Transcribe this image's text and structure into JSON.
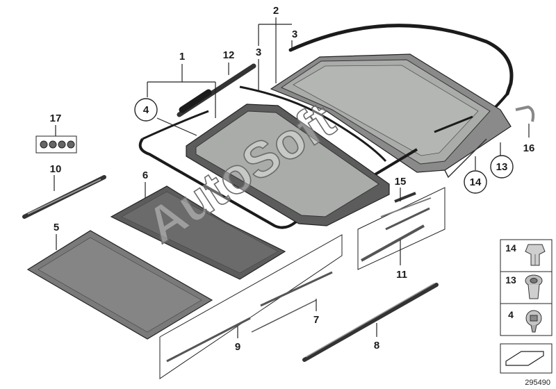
{
  "watermark": "AutoSoft",
  "reference_number": "295490",
  "callouts": {
    "c1": "1",
    "c2": "2",
    "c3a": "3",
    "c3b": "3",
    "c4": "4",
    "c5": "5",
    "c6": "6",
    "c7": "7",
    "c8": "8",
    "c9": "9",
    "c10": "10",
    "c11": "11",
    "c12": "12",
    "c13": "13",
    "c14": "14",
    "c15": "15",
    "c16": "16",
    "c17": "17"
  },
  "legend": {
    "item14": "14",
    "item13": "13",
    "item4": "4"
  },
  "colors": {
    "glass": "#a9aca9",
    "panel_dark": "#5c5c5c",
    "panel_mid": "#7a7a7a",
    "seal": "#1b1b1b",
    "line": "#222222"
  }
}
